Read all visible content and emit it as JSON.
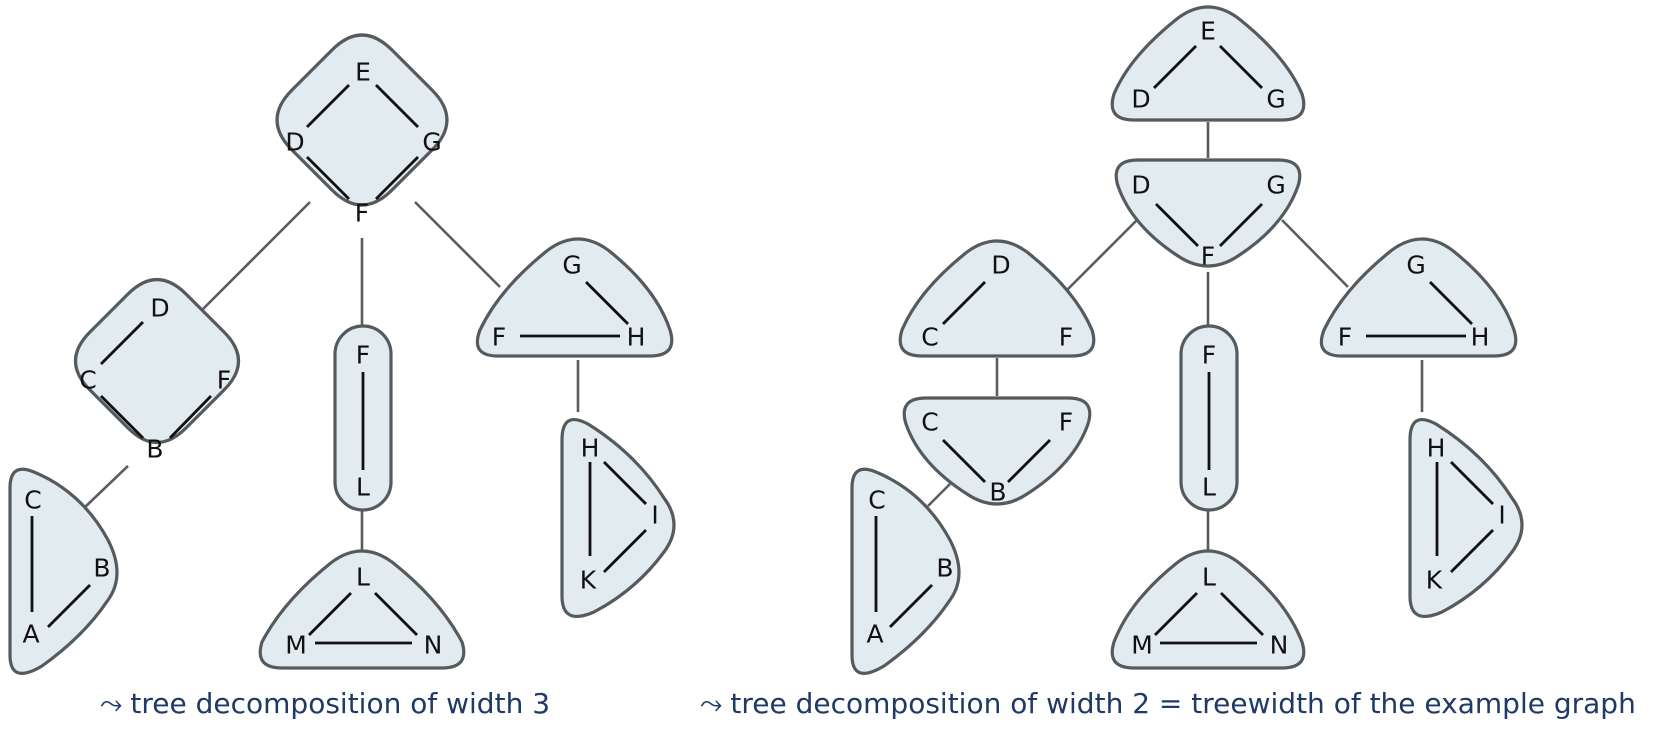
{
  "arrow_symbol": "⤳",
  "captions": {
    "left": "tree decomposition of width 3",
    "right": "tree decomposition of width 2 = treewidth of the example graph"
  },
  "colors": {
    "bag_fill": "#e2ebf0",
    "bag_stroke": "#555a5e",
    "caption": "#1f3a66"
  },
  "decompositions": [
    {
      "id": "left",
      "bags": [
        {
          "id": "EDGF",
          "vertices": [
            "E",
            "D",
            "G",
            "F"
          ]
        },
        {
          "id": "DCFB",
          "vertices": [
            "D",
            "C",
            "F",
            "B"
          ]
        },
        {
          "id": "CBA",
          "vertices": [
            "C",
            "B",
            "A"
          ]
        },
        {
          "id": "FL",
          "vertices": [
            "F",
            "L"
          ]
        },
        {
          "id": "LMN",
          "vertices": [
            "L",
            "M",
            "N"
          ]
        },
        {
          "id": "GFH",
          "vertices": [
            "G",
            "F",
            "H"
          ]
        },
        {
          "id": "HIK",
          "vertices": [
            "H",
            "I",
            "K"
          ]
        }
      ]
    },
    {
      "id": "right",
      "bags": [
        {
          "id": "EDG",
          "vertices": [
            "E",
            "D",
            "G"
          ]
        },
        {
          "id": "DGF",
          "vertices": [
            "D",
            "G",
            "F"
          ]
        },
        {
          "id": "DCF",
          "vertices": [
            "D",
            "C",
            "F"
          ]
        },
        {
          "id": "CFB",
          "vertices": [
            "C",
            "F",
            "B"
          ]
        },
        {
          "id": "CBA",
          "vertices": [
            "C",
            "B",
            "A"
          ]
        },
        {
          "id": "FL",
          "vertices": [
            "F",
            "L"
          ]
        },
        {
          "id": "LMN",
          "vertices": [
            "L",
            "M",
            "N"
          ]
        },
        {
          "id": "GFH",
          "vertices": [
            "G",
            "F",
            "H"
          ]
        },
        {
          "id": "HIK",
          "vertices": [
            "H",
            "I",
            "K"
          ]
        }
      ]
    }
  ]
}
